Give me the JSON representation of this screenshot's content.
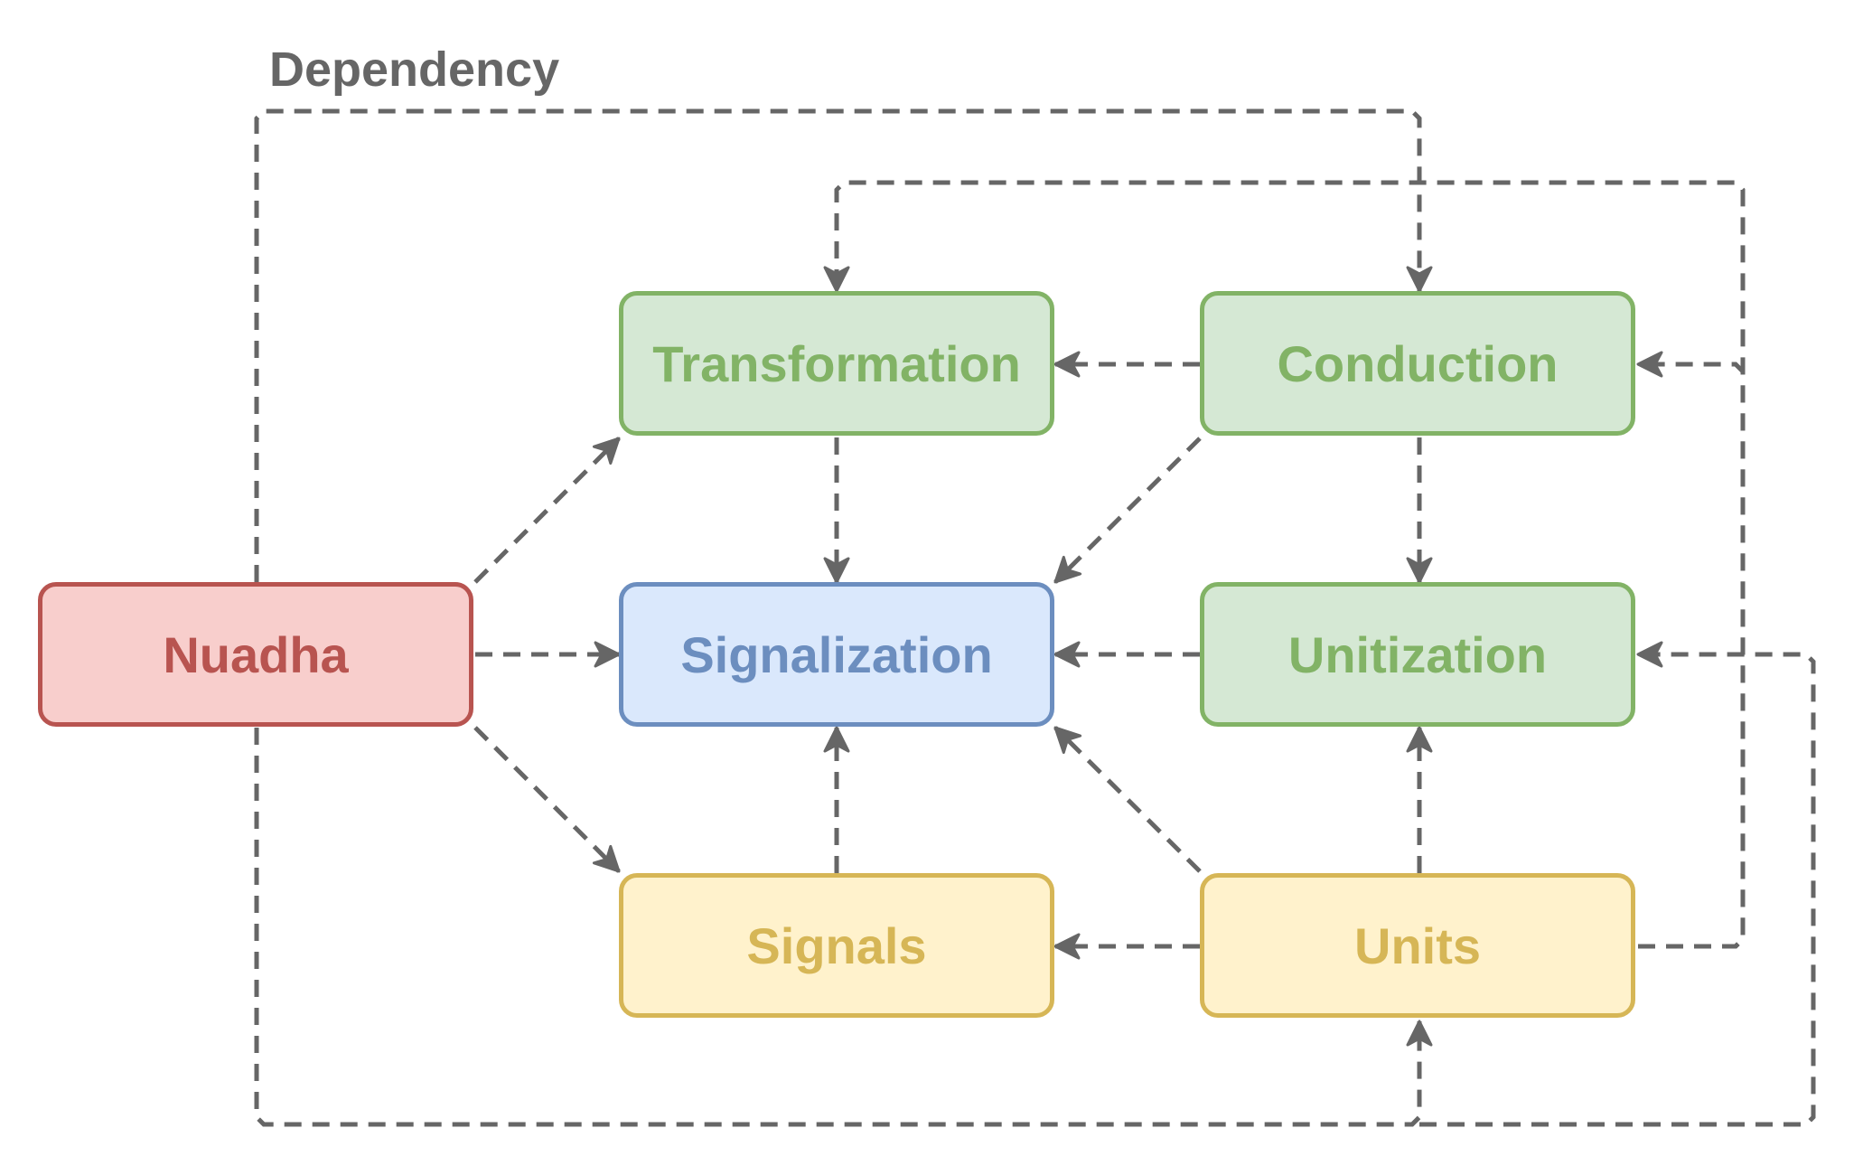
{
  "title": "Dependency",
  "colors": {
    "edge": "#666666",
    "red": {
      "fill": "#f8cecc",
      "stroke": "#b85450",
      "text": "#b85450"
    },
    "green": {
      "fill": "#d5e8d4",
      "stroke": "#82b366",
      "text": "#82b366"
    },
    "blue": {
      "fill": "#dae8fc",
      "stroke": "#6c8ebf",
      "text": "#6c8ebf"
    },
    "yellow": {
      "fill": "#fff2cc",
      "stroke": "#d6b656",
      "text": "#d6b656"
    }
  },
  "nodes": {
    "nuadha": {
      "label": "Nuadha",
      "color": "red"
    },
    "transformation": {
      "label": "Transformation",
      "color": "green"
    },
    "conduction": {
      "label": "Conduction",
      "color": "green"
    },
    "signalization": {
      "label": "Signalization",
      "color": "blue"
    },
    "unitization": {
      "label": "Unitization",
      "color": "green"
    },
    "signals": {
      "label": "Signals",
      "color": "yellow"
    },
    "units": {
      "label": "Units",
      "color": "yellow"
    }
  },
  "edges": [
    {
      "from": "nuadha",
      "to": "transformation"
    },
    {
      "from": "nuadha",
      "to": "signalization"
    },
    {
      "from": "nuadha",
      "to": "signals"
    },
    {
      "from": "nuadha",
      "to": "conduction"
    },
    {
      "from": "nuadha",
      "to": "units"
    },
    {
      "from": "conduction",
      "to": "transformation"
    },
    {
      "from": "conduction",
      "to": "signalization"
    },
    {
      "from": "conduction",
      "to": "unitization"
    },
    {
      "from": "transformation",
      "to": "signalization"
    },
    {
      "from": "unitization",
      "to": "signalization"
    },
    {
      "from": "signals",
      "to": "signalization"
    },
    {
      "from": "units",
      "to": "signals"
    },
    {
      "from": "units",
      "to": "signalization"
    },
    {
      "from": "units",
      "to": "unitization"
    },
    {
      "from": "units",
      "to": "transformation"
    },
    {
      "from": "units",
      "to": "conduction"
    },
    {
      "from": "units",
      "to": "unitization"
    }
  ]
}
